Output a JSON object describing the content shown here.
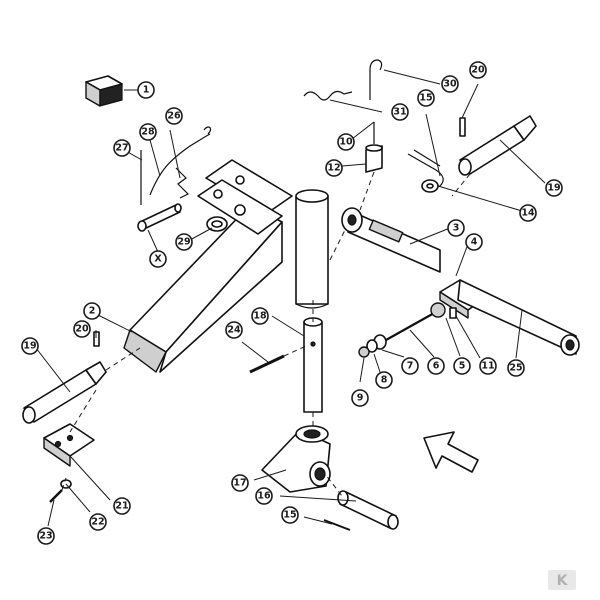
{
  "diagram": {
    "callouts": {
      "c1": "1",
      "c2": "2",
      "c3": "3",
      "c4": "4",
      "c5": "5",
      "c6": "6",
      "c7": "7",
      "c8": "8",
      "c9": "9",
      "c10": "10",
      "c11": "11",
      "c12": "12",
      "c14": "14",
      "c15a": "15",
      "c15b": "15",
      "c16": "16",
      "c17": "17",
      "c18": "18",
      "c19a": "19",
      "c19b": "19",
      "c20a": "20",
      "c20b": "20",
      "c21": "21",
      "c22": "22",
      "c23": "23",
      "c24": "24",
      "c25": "25",
      "c26": "26",
      "c27": "27",
      "c28": "28",
      "c29": "29",
      "c30": "30",
      "c31": "31",
      "cX": "X"
    },
    "logo_text": "K"
  }
}
